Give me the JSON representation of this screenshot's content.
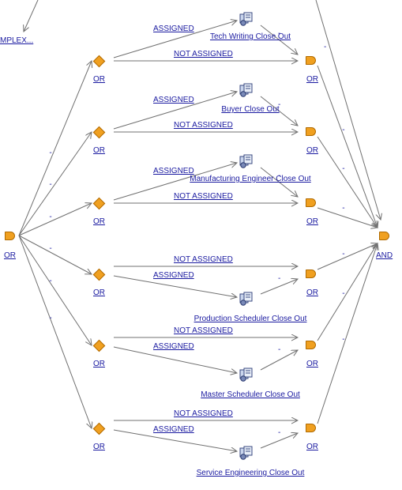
{
  "truncated_label": "MPLEX...",
  "dash": "-",
  "root_or": "OR",
  "join_and": "AND",
  "rows": [
    {
      "or_label": "OR",
      "activity": "Tech Writing Close Out",
      "join_label": "OR",
      "assigned": "ASSIGNED",
      "not_assigned": "NOT ASSIGNED"
    },
    {
      "or_label": "OR",
      "activity": "Buyer Close Out",
      "join_label": "OR",
      "assigned": "ASSIGNED",
      "not_assigned": "NOT ASSIGNED"
    },
    {
      "or_label": "OR",
      "activity": "Manufacturing Engineer Close Out",
      "join_label": "OR",
      "assigned": "ASSIGNED",
      "not_assigned": "NOT ASSIGNED"
    },
    {
      "or_label": "OR",
      "activity": "Production Scheduler Close Out",
      "join_label": "OR",
      "assigned": "ASSIGNED",
      "not_assigned": "NOT ASSIGNED"
    },
    {
      "or_label": "OR",
      "activity": "Master Scheduler Close Out",
      "join_label": "OR",
      "assigned": "ASSIGNED",
      "not_assigned": "NOT ASSIGNED"
    },
    {
      "or_label": "OR",
      "activity": "Service Engineering Close Out",
      "join_label": "OR",
      "assigned": "ASSIGNED",
      "not_assigned": "NOT ASSIGNED"
    }
  ],
  "colors": {
    "node_fill": "#f0a020",
    "node_border": "#b06a00",
    "link": "#1a1aa0",
    "line": "#707070"
  },
  "icon_names": {
    "activity": "workflow-activity-icon",
    "or_gate": "or-gate-icon",
    "and_gate": "and-gate-icon",
    "condition": "decision-diamond-icon"
  }
}
